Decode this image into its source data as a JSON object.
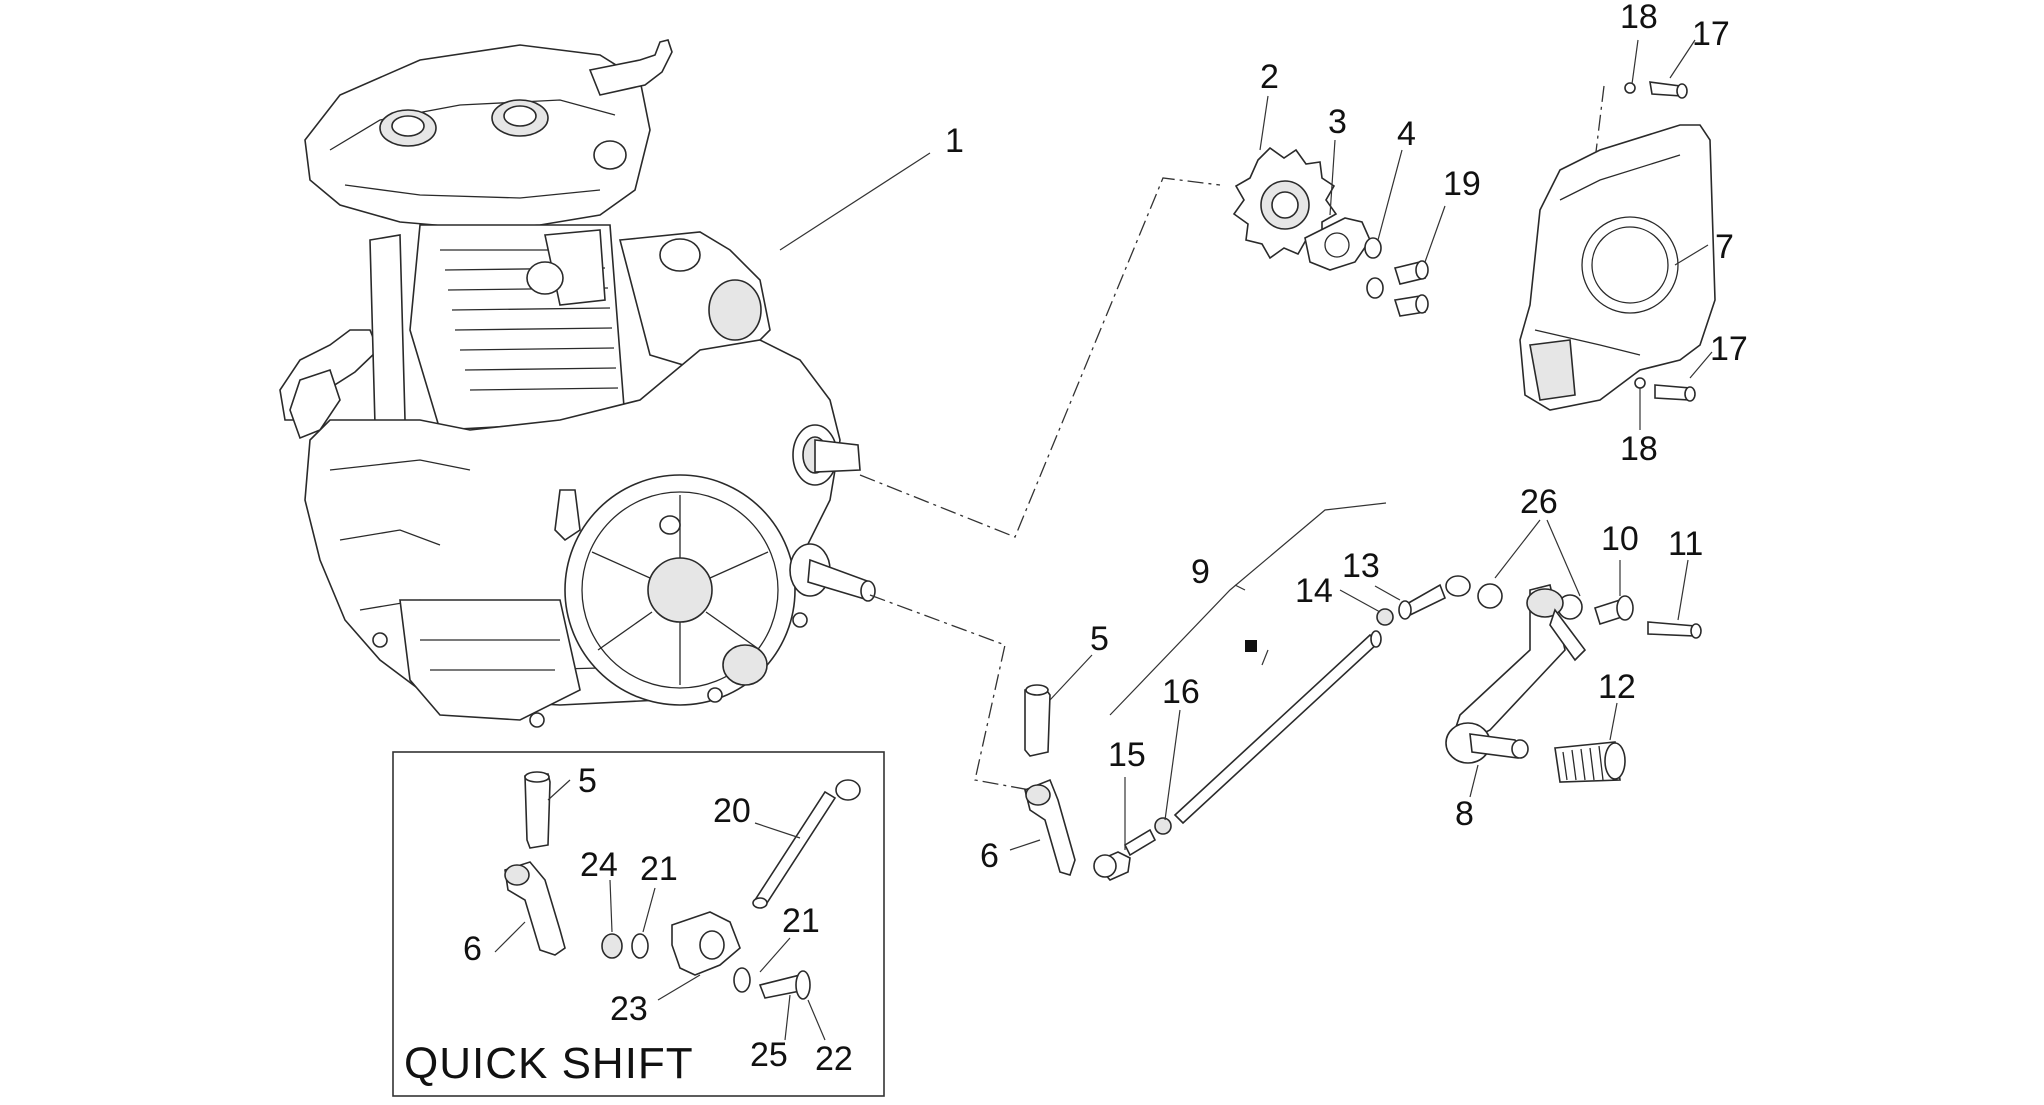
{
  "labels": {
    "l1": "1",
    "l2": "2",
    "l3": "3",
    "l4": "4",
    "l5": "5",
    "l5b": "5",
    "l6": "6",
    "l6b": "6",
    "l7": "7",
    "l8": "8",
    "l9": "9",
    "l10": "10",
    "l11": "11",
    "l12": "12",
    "l13": "13",
    "l14": "14",
    "l15": "15",
    "l16": "16",
    "l17a": "17",
    "l17b": "17",
    "l18a": "18",
    "l18b": "18",
    "l19": "19",
    "l20": "20",
    "l21a": "21",
    "l21b": "21",
    "l22": "22",
    "l23": "23",
    "l24": "24",
    "l25": "25",
    "l26": "26"
  },
  "inset": {
    "title": "QUICK SHIFT"
  }
}
